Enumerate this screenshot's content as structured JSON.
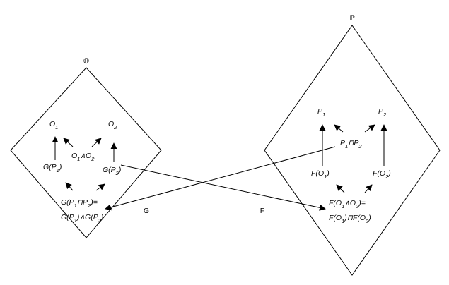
{
  "diagram": {
    "left_set": {
      "title": "𝕆",
      "o1": {
        "base": "O",
        "sub": "1"
      },
      "o2": {
        "base": "O",
        "sub": "2"
      },
      "o1_meet_o2": {
        "a": "O",
        "a_sub": "1",
        "op": "∧",
        "b": "O",
        "b_sub": "2"
      },
      "g_p1": {
        "fn": "G(P",
        "sub": "1",
        "close": ")"
      },
      "g_p2": {
        "fn": "G(P",
        "sub": "2",
        "close": ")"
      },
      "g_meet_line1": {
        "fn": "G(P",
        "a_sub": "1",
        "op": "⊓P",
        "b_sub": "2",
        "close": ")="
      },
      "g_meet_line2": {
        "a": "G(P",
        "a_sub": "1",
        "mid": ")∧G(P",
        "b_sub": "2",
        "close": ")"
      }
    },
    "right_set": {
      "title": "ℙ",
      "p1": {
        "base": "P",
        "sub": "1"
      },
      "p2": {
        "base": "P",
        "sub": "2"
      },
      "p1_meet_p2": {
        "a": "P",
        "a_sub": "1",
        "op": "⊓P",
        "b_sub": "2"
      },
      "f_o1": {
        "fn": "F(O",
        "sub": "1",
        "close": ")"
      },
      "f_o2": {
        "fn": "F(O",
        "sub": "2",
        "close": ")"
      },
      "f_meet_line1": {
        "fn": "F(O",
        "a_sub": "1",
        "op": "∧O",
        "b_sub": "2",
        "close": ")="
      },
      "f_meet_line2": {
        "a": "F(O",
        "a_sub": "1",
        "mid": ")⊓F(O",
        "b_sub": "2",
        "close": ")"
      }
    },
    "maps": {
      "g_label": "G",
      "f_label": "F"
    },
    "colors": {
      "stroke": "#000000",
      "background": "#ffffff"
    }
  }
}
